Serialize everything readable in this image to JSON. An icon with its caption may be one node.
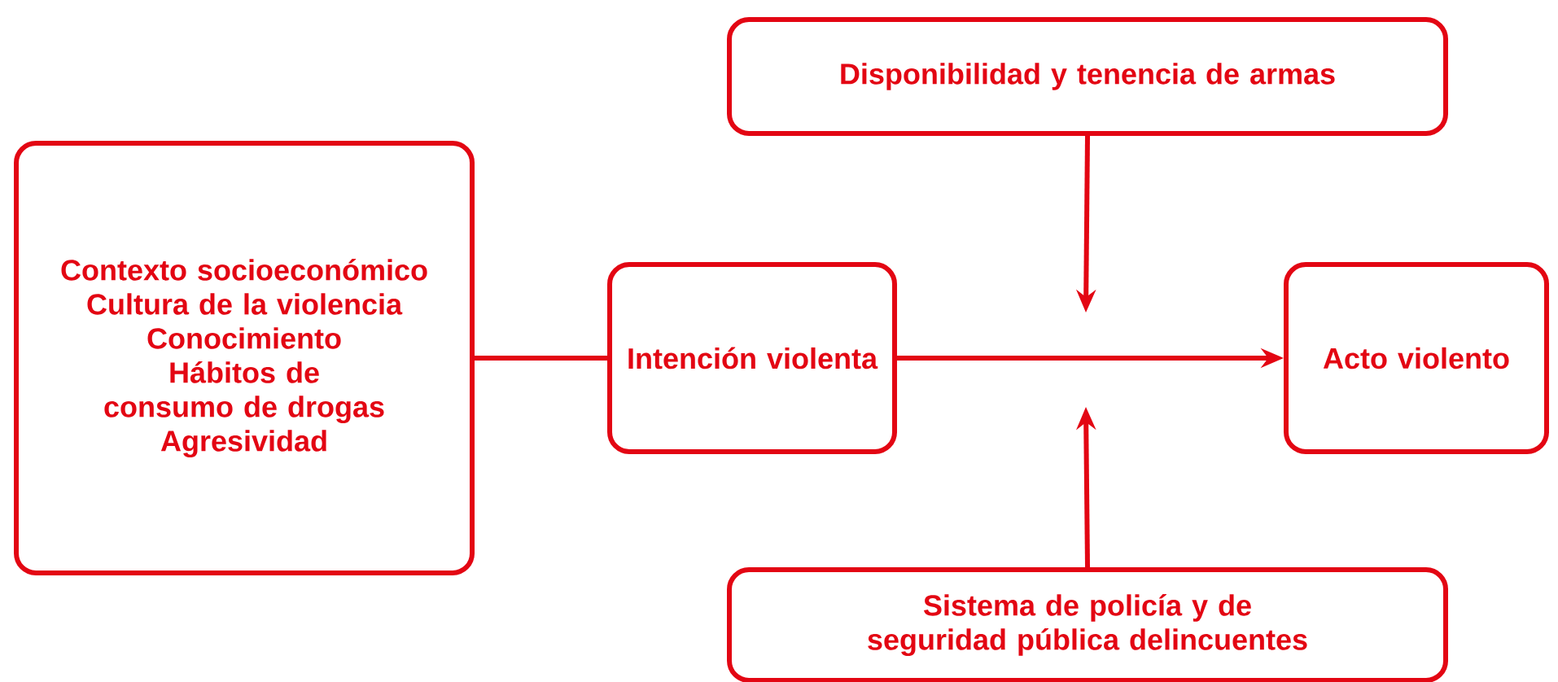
{
  "diagram": {
    "nodes": [
      {
        "text": [
          "Contexto socioeconómico",
          "Cultura de la violencia",
          "Conocimiento",
          "Hábitos de consumo de drogas",
          "Agresividad"
        ]
      },
      {
        "text": [
          "Intención violenta"
        ]
      },
      {
        "text": [
          "Acto violento"
        ]
      },
      {
        "text": [
          "Disponibilidad y tenencia de armas"
        ]
      },
      {
        "text": [
          "Sistema de policía y de seguridad pública delincuentes"
        ]
      }
    ],
    "edges": [
      {
        "from": 0,
        "to": 1,
        "arrow": "none"
      },
      {
        "from": 1,
        "to": 2,
        "arrow": "to"
      },
      {
        "from": 3,
        "to": null,
        "arrow": "to"
      },
      {
        "from": 4,
        "to": null,
        "arrow": "to"
      }
    ]
  }
}
